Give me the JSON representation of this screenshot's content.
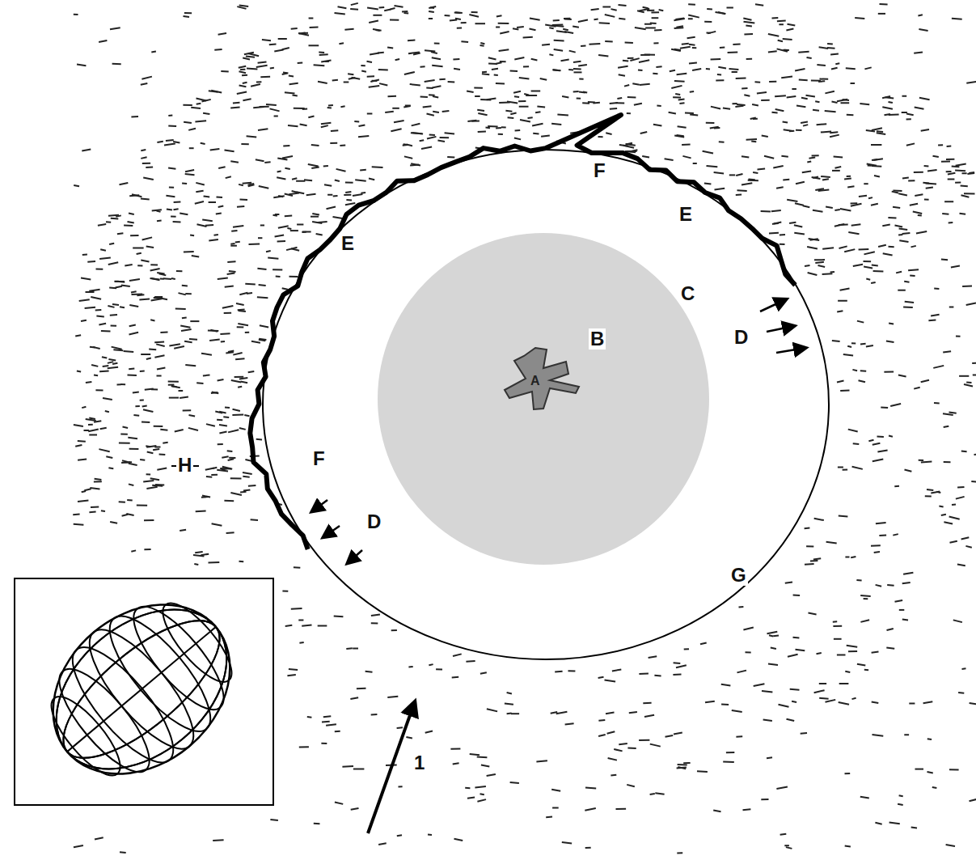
{
  "diagram": {
    "labels": [
      "F",
      "E",
      "E",
      "C",
      "B",
      "D",
      "A",
      "H",
      "F",
      "D",
      "G",
      "1"
    ]
  }
}
